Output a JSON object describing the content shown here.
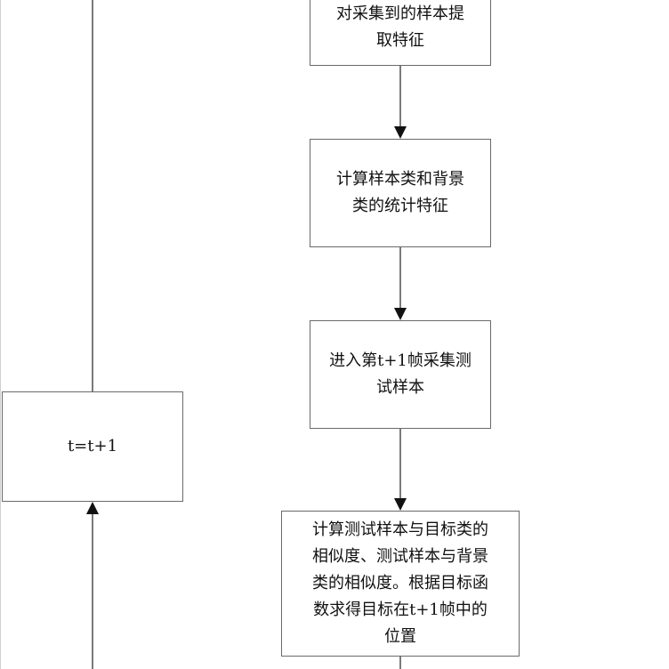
{
  "nodes": {
    "extract": {
      "lines": [
        "对采集到的样本提",
        "取特征"
      ]
    },
    "stats": {
      "lines": [
        "计算样本类和背景",
        "类的统计特征"
      ]
    },
    "next": {
      "lines": [
        "进入第t+1帧采集测",
        "试样本"
      ]
    },
    "loc": {
      "lines": [
        "计算测试样本与目标类的",
        "相似度、测试样本与背景",
        "类的相似度。根据目标函",
        "数求得目标在t+1帧中的",
        "位置"
      ]
    },
    "incr": {
      "label": "t=t+1"
    }
  }
}
